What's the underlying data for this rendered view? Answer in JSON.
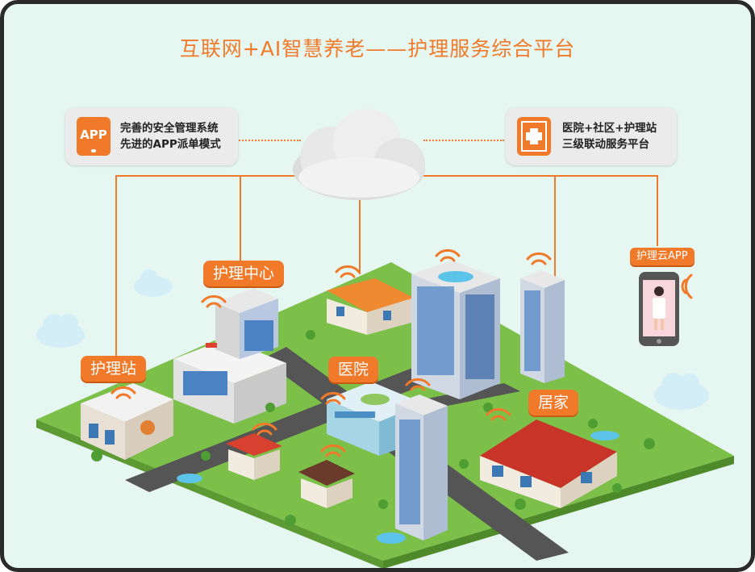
{
  "title": "互联网+AI智慧养老——护理服务综合平台",
  "left_card": {
    "icon_label": "APP",
    "icon": "app-phone-icon",
    "line1": "完善的安全管理系统",
    "line2": "先进的APP派单模式"
  },
  "right_card": {
    "icon": "hospital-cross-icon",
    "line1": "医院+社区+护理站",
    "line2": "三级联动服务平台"
  },
  "tags": {
    "nursing_center": "护理中心",
    "nursing_station": "护理站",
    "hospital": "医院",
    "home": "居家",
    "cloud_app": "护理云APP"
  },
  "colors": {
    "accent": "#f07a2a",
    "background": "#e6f6f1",
    "ground": "#7cc04a"
  }
}
